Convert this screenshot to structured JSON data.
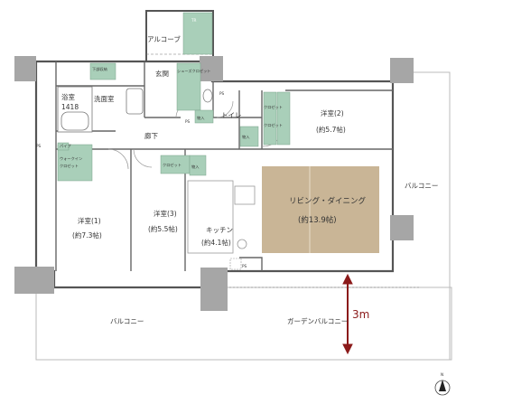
{
  "rooms": {
    "alcove": "アルコーブ",
    "tr": "TR",
    "entrance": "玄関",
    "storage_under_floor": "下部収納",
    "washroom": "洗面室",
    "bath": "浴室",
    "bath_size": "1418",
    "hall": "廊下",
    "toilet": "トイレ",
    "bedroom1": "洋室(1)",
    "bedroom1_size": "(約7.3帖)",
    "bedroom2": "洋室(2)",
    "bedroom2_size": "(約5.7帖)",
    "bedroom3": "洋室(3)",
    "bedroom3_size": "(約5.5帖)",
    "kitchen": "キッチン",
    "kitchen_size": "(約4.1帖)",
    "living": "リビング・ダイニング",
    "living_size": "(約13.9帖)",
    "walkin": "ウォークイン",
    "walkin2": "クロゼット",
    "closet": "クロゼット",
    "closet_a": "クロゼット",
    "closet_b": "クロゼット",
    "shoe_closet": "シューズクロゼット",
    "storage": "物入",
    "ps": "PS",
    "pipe": "パイプ",
    "balcony_right": "バルコニー",
    "balcony_bottom": "バルコニー",
    "garden_balcony": "ガーデンバルコニー",
    "dimension": "3m",
    "north": "N"
  },
  "colors": {
    "living_floor": "#c9b596",
    "storage_green": "#a9cfb9",
    "pillar": "#a6a6a6",
    "arrow": "#8b1a1a",
    "wall": "#555555"
  }
}
